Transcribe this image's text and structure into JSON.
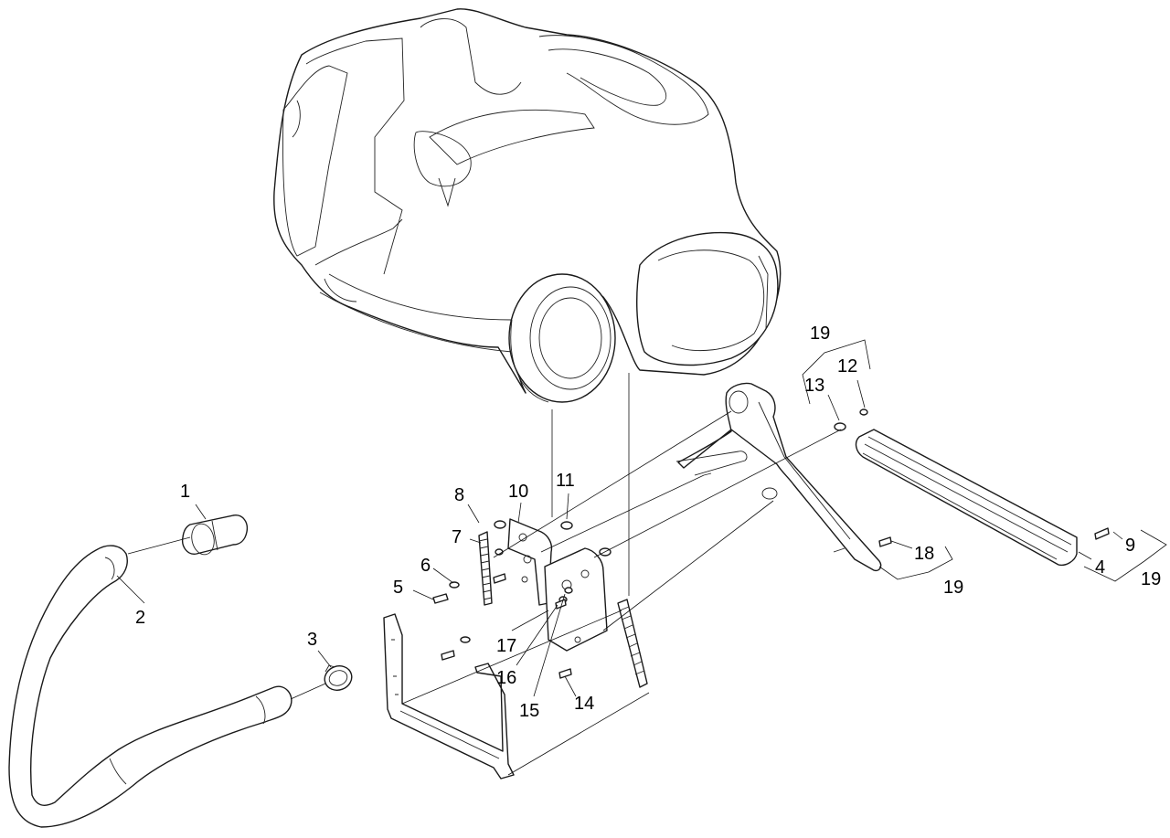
{
  "diagram": {
    "callouts": {
      "c1": "1",
      "c2": "2",
      "c3": "3",
      "c4": "4",
      "c5": "5",
      "c6": "6",
      "c7": "7",
      "c8": "8",
      "c9": "9",
      "c10": "10",
      "c11": "11",
      "c12": "12",
      "c13": "13",
      "c14": "14",
      "c15": "15",
      "c16": "16",
      "c17": "17",
      "c18": "18",
      "c19a": "19",
      "c19b": "19",
      "c19c": "19"
    }
  }
}
